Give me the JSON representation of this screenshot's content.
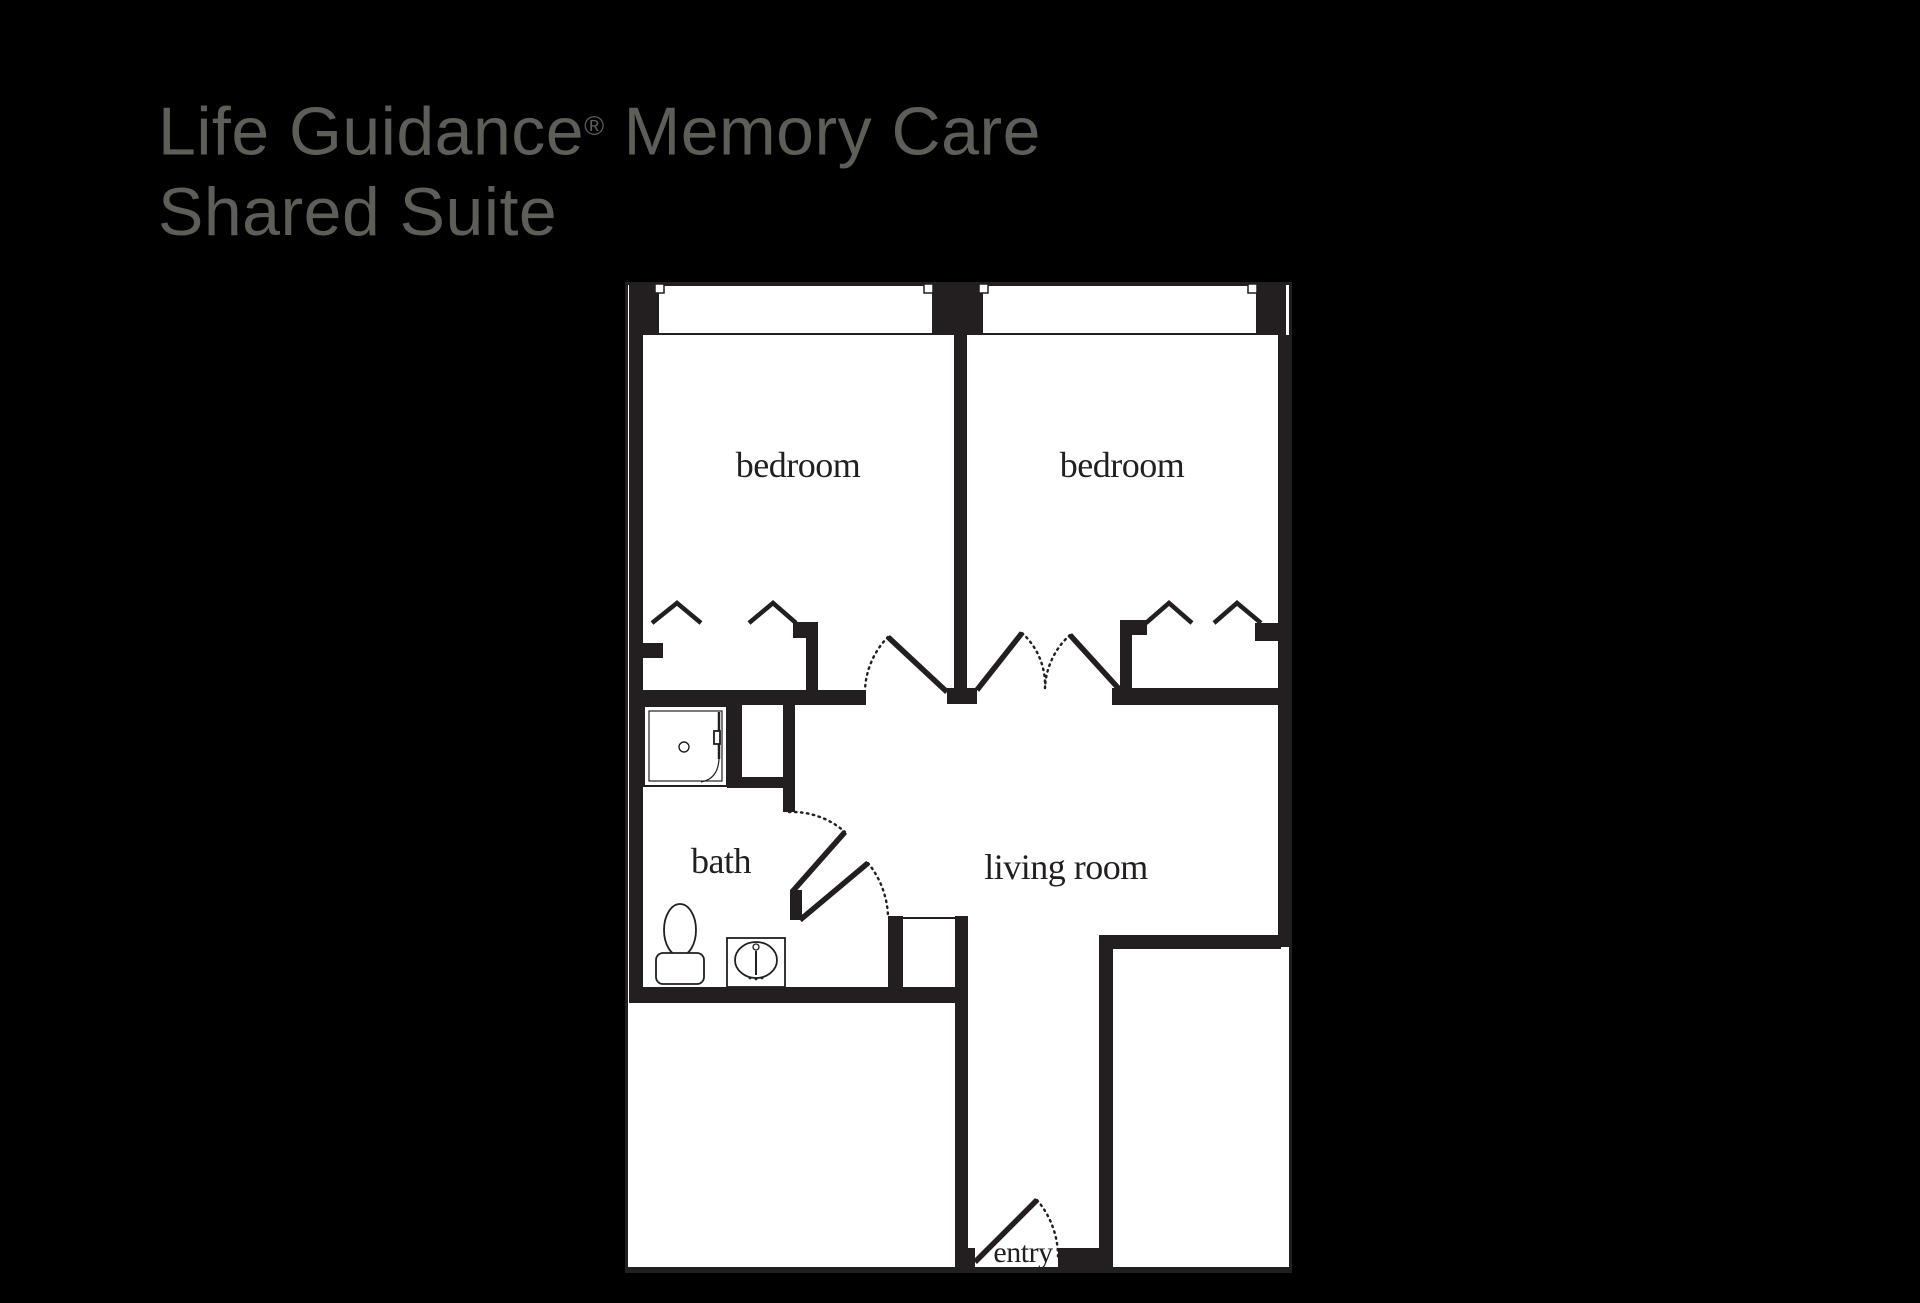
{
  "page": {
    "background_color": "#000000"
  },
  "title": {
    "line1_pre": "Life Guidance",
    "registered_mark": "®",
    "line1_post": " Memory Care",
    "line2": "Shared Suite",
    "color": "#5d5e58"
  },
  "floor_plan": {
    "ink_color": "#231f20",
    "paper_color": "#ffffff",
    "rooms": {
      "bedroom_left": "bedroom",
      "bedroom_right": "bedroom",
      "living_room": "living room",
      "bath": "bath",
      "entry": "entry"
    },
    "features": [
      "two windows on top exterior wall",
      "bifold closet doors in each bedroom",
      "single swing door to left bedroom",
      "double swing doors to right bedroom",
      "walk-in shower, toilet and sink in bath",
      "angled bath doorway",
      "entry corridor with swing door at bottom"
    ]
  }
}
